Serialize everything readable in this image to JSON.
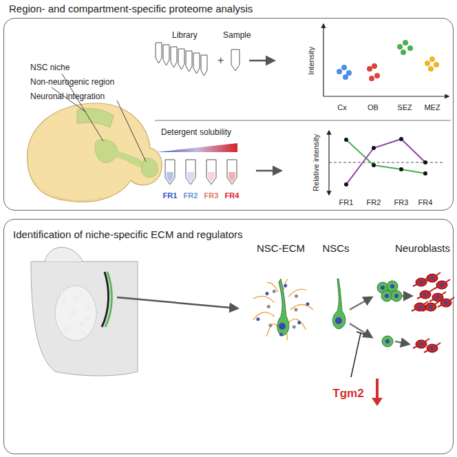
{
  "diagram": {
    "nodes": [
      {
        "text": [
          "Region- and compartment-specific proteome analysis"
        ]
      },
      {
        "text": [
          "Identification of niche-specific ECM and regulators"
        ]
      }
    ],
    "labels": [
      "NSC niche",
      "Non-neurogenic region",
      "Neuronal integration",
      "Library",
      "Sample",
      "Intensity",
      "Cx",
      "OB",
      "SEZ",
      "MEZ",
      "Detergent solubility",
      "FR1",
      "FR2",
      "FR3",
      "FR4",
      "Relative intensity",
      "FR1",
      "FR2",
      "FR3",
      "FR4",
      "NSC-ECM",
      "NSCs",
      "Neuroblasts",
      "Tgm2"
    ]
  }
}
